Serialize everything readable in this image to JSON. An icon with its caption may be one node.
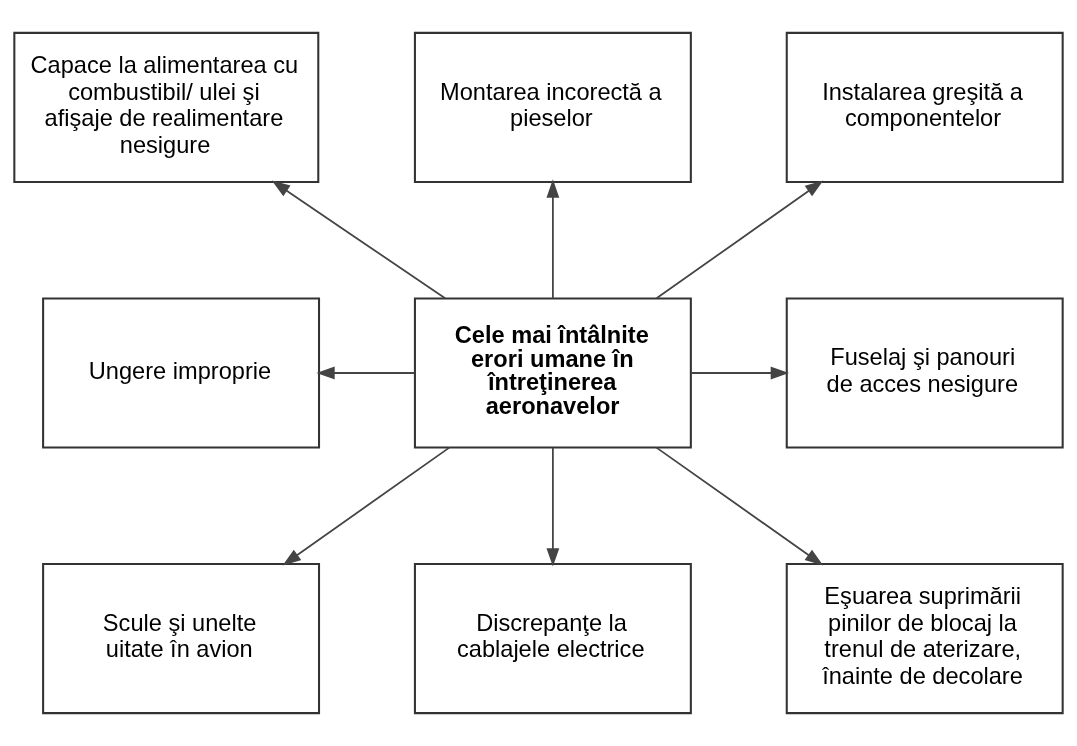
{
  "diagram": {
    "nodes": [
      {
        "text": [
          "Capace la alimentarea cu combustibil/ ulei şi afişaje de realimentare nesigure"
        ]
      },
      {
        "text": [
          "Montarea incorectă a pieselor"
        ]
      },
      {
        "text": [
          "Instalarea greşită a componentelor"
        ]
      },
      {
        "text": [
          "Ungere improprie"
        ]
      },
      {
        "text": [
          "Cele mai întâlnite erori umane în întreţinerea aeronavelor"
        ]
      },
      {
        "text": [
          "Fuselaj şi panouri de acces nesigure"
        ]
      },
      {
        "text": [
          "Scule şi unelte uitate în avion"
        ]
      },
      {
        "text": [
          "Discrepanţe la cablajele electrice"
        ]
      },
      {
        "text": [
          "Eşuarea suprimării pinilor de blocaj la trenul de aterizare, înainte de decolare"
        ]
      }
    ],
    "edges": [
      {
        "from": 4,
        "to": 0,
        "arrow": "to"
      },
      {
        "from": 4,
        "to": 1,
        "arrow": "to"
      },
      {
        "from": 4,
        "to": 2,
        "arrow": "to"
      },
      {
        "from": 4,
        "to": 3,
        "arrow": "to"
      },
      {
        "from": 4,
        "to": 5,
        "arrow": "to"
      },
      {
        "from": 4,
        "to": 6,
        "arrow": "to"
      },
      {
        "from": 4,
        "to": 7,
        "arrow": "to"
      },
      {
        "from": 4,
        "to": 8,
        "arrow": "to"
      }
    ]
  }
}
